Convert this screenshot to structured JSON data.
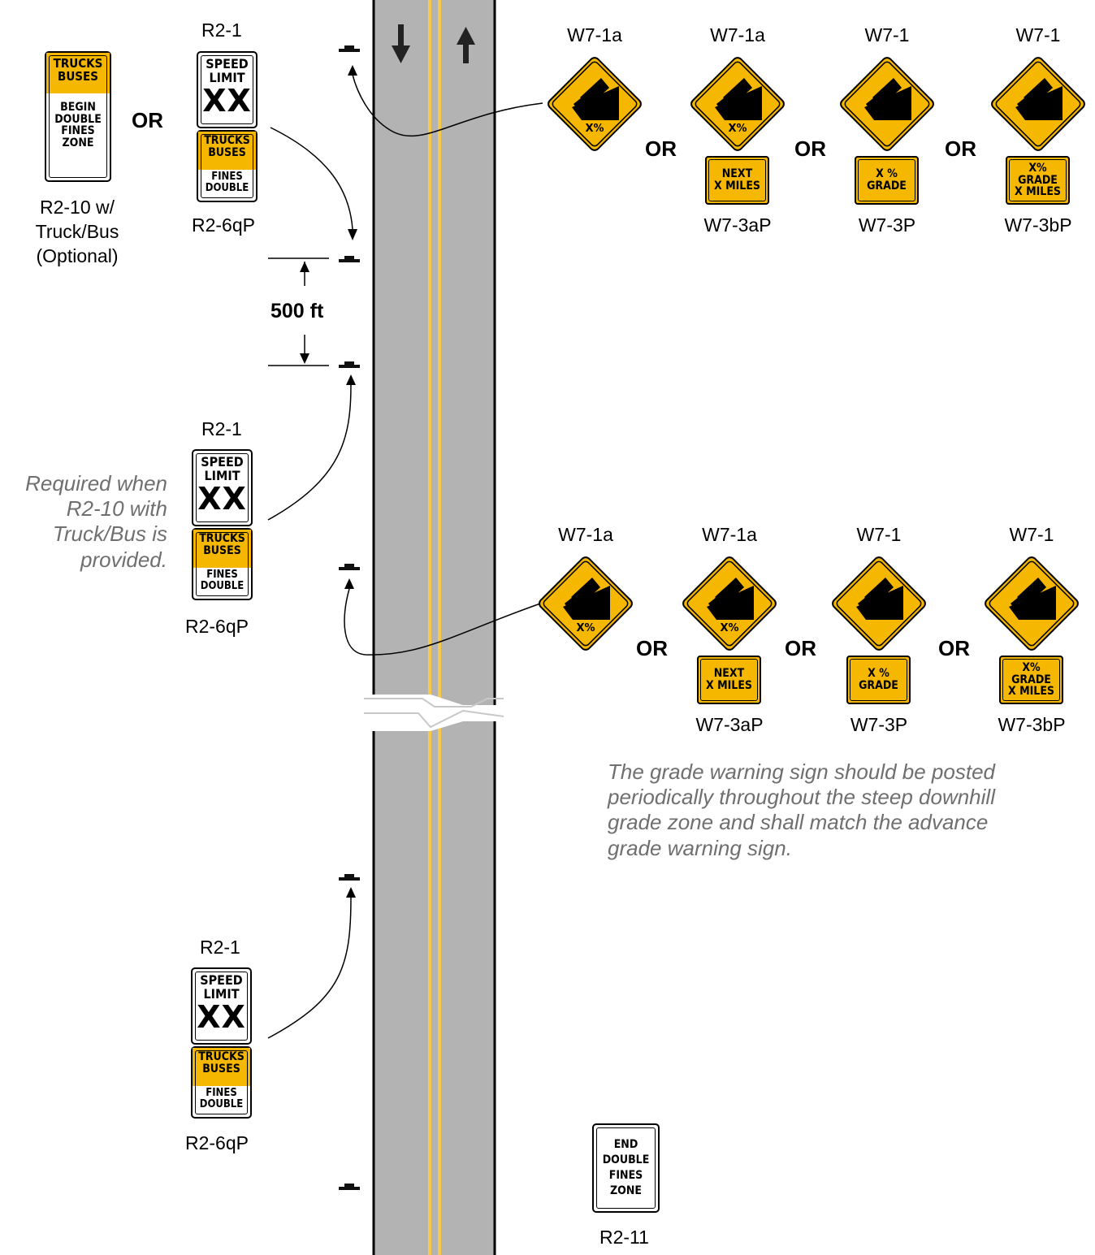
{
  "labels": {
    "r2_1_a": "R2-1",
    "r2_6qp_a": "R2-6qP",
    "r2_1_b": "R2-1",
    "r2_6qp_b": "R2-6qP",
    "r2_1_c": "R2-1",
    "r2_6qp_c": "R2-6qP",
    "r2_10": "R2-10 w/\nTruck/Bus\n(Optional)",
    "r2_11": "R2-11",
    "row1": [
      "W7-1a",
      "W7-1a",
      "W7-1",
      "W7-1"
    ],
    "row1_plaques": [
      "W7-3aP",
      "W7-3P",
      "W7-3bP"
    ],
    "row2": [
      "W7-1a",
      "W7-1a",
      "W7-1",
      "W7-1"
    ],
    "row2_plaques": [
      "W7-3aP",
      "W7-3P",
      "W7-3bP"
    ]
  },
  "or_text": "OR",
  "dimension": "500 ft",
  "notes": {
    "required": "Required when\nR2-10 with\nTruck/Bus is\nprovided.",
    "grade": "The grade warning sign should be posted\nperiodically throughout the steep downhill\ngrade zone and shall match the advance\ngrade warning sign."
  },
  "signs": {
    "r2_10": {
      "top": [
        "TRUCKS",
        "BUSES"
      ],
      "bottom": [
        "BEGIN",
        "DOUBLE",
        "FINES",
        "ZONE"
      ]
    },
    "r2_11": [
      "END",
      "DOUBLE",
      "FINES",
      "ZONE"
    ],
    "speed": {
      "l1": "SPEED",
      "l2": "LIMIT",
      "value": "XX"
    },
    "fines": {
      "top": [
        "TRUCKS",
        "BUSES"
      ],
      "bottom": [
        "FINES",
        "DOUBLE"
      ]
    },
    "grade_pct": "X%",
    "w7_3ap": [
      "NEXT",
      "X MILES"
    ],
    "w7_3p": [
      "X %",
      "GRADE"
    ],
    "w7_3bp": [
      "X% GRADE",
      "X MILES"
    ]
  },
  "colors": {
    "sign_yellow": "#f5b700",
    "road": "#b3b3b3",
    "centerline": "#f7c948"
  }
}
